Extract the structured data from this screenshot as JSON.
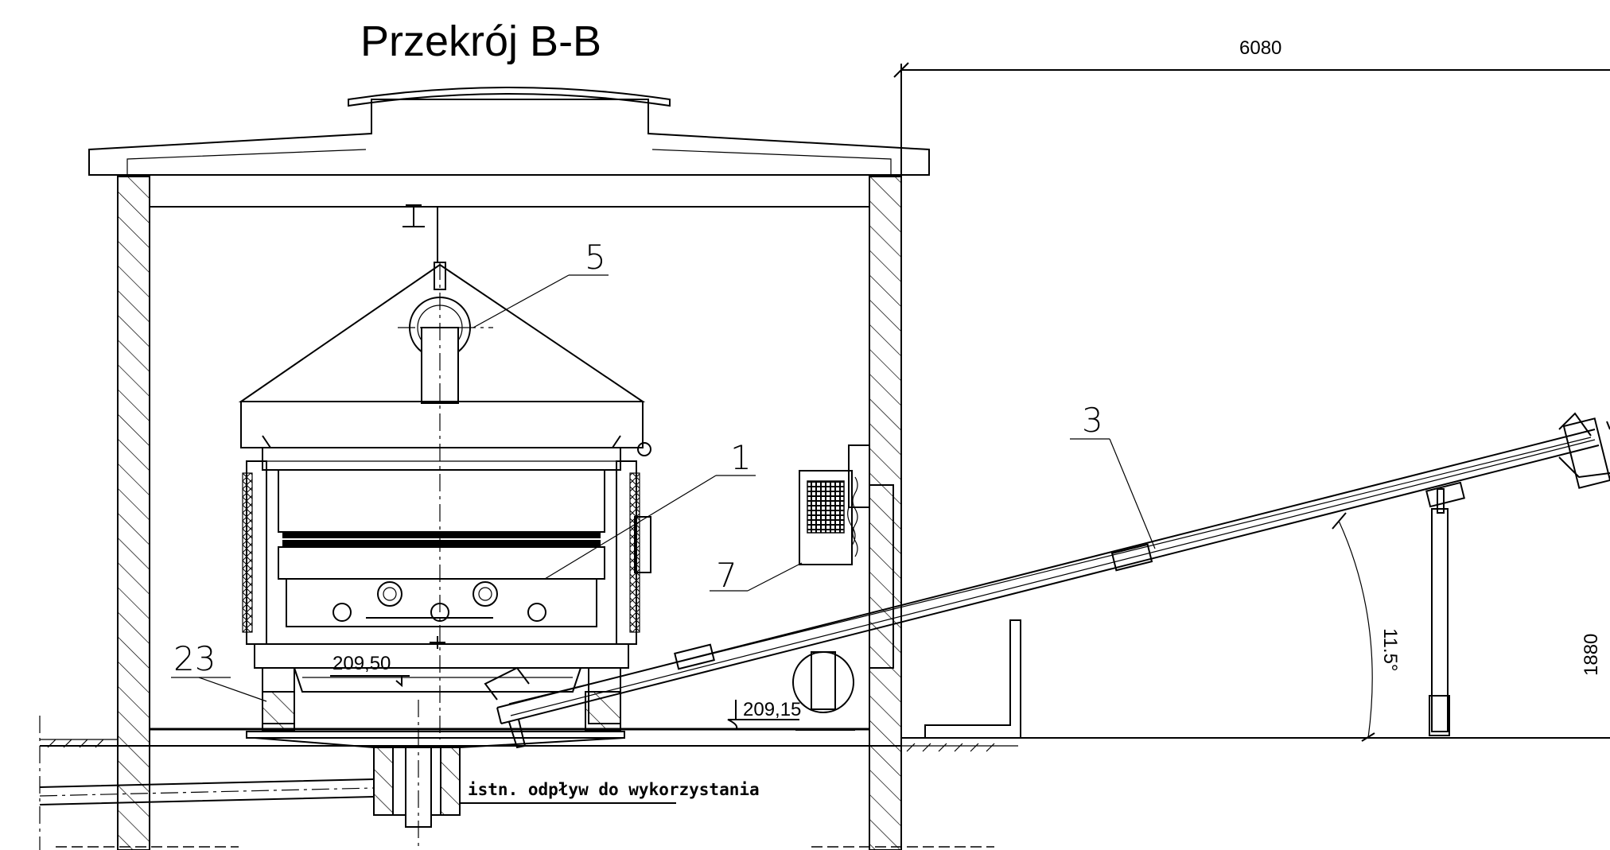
{
  "title": "Przekrój B-B",
  "dimensions": {
    "width_top": "6080",
    "height_right": "1880",
    "angle": "11.5°"
  },
  "elevations": {
    "left": "209,50",
    "right": "209,15"
  },
  "labels": {
    "item_5": "5",
    "item_1": "1",
    "item_7": "7",
    "item_3": "3",
    "item_23": "23"
  },
  "note": "istn. odpływ do wykorzystania"
}
